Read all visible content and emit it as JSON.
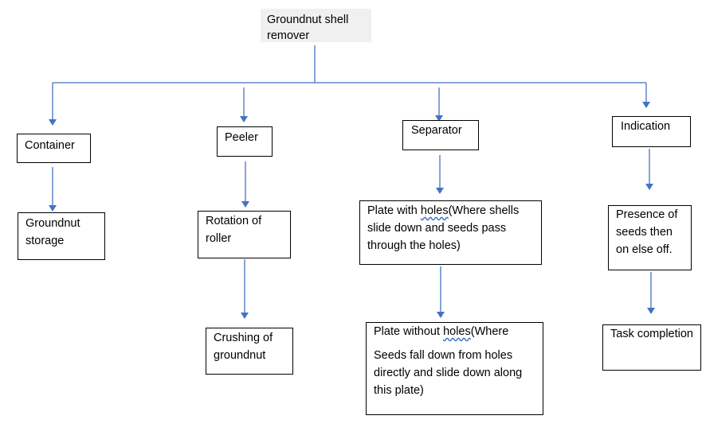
{
  "root": {
    "title": "Groundnut shell remover"
  },
  "branches": {
    "container": {
      "label": "Container",
      "children": [
        "Groundnut storage"
      ]
    },
    "peeler": {
      "label": "Peeler",
      "children": [
        "Rotation of roller",
        "Crushing of groundnut"
      ]
    },
    "separator": {
      "label": "Separator",
      "step1": {
        "pre": "Plate with ",
        "underlined": "holes",
        "post": "(Where shells slide down and seeds pass through the holes)"
      },
      "step2": {
        "pre": "Plate without ",
        "underlined": "holes",
        "post": "(Where",
        "line2": "Seeds fall down from holes directly and slide down along this plate)"
      }
    },
    "indication": {
      "label": "Indication",
      "children": [
        "Presence of seeds then on else off.",
        "Task completion"
      ]
    }
  },
  "colors": {
    "connector": "#4472c4",
    "title_bg": "#f0f0f0"
  }
}
